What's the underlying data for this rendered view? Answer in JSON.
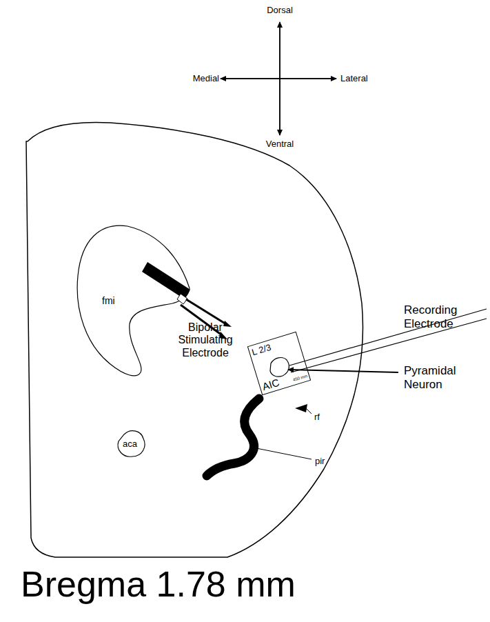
{
  "diagram": {
    "caption": "Bregma 1.78 mm",
    "nodes": [
      {
        "text": [
          "L 2/3",
          "AIC",
          "450 mm"
        ]
      }
    ],
    "labels": [
      "Dorsal",
      "Ventral",
      "Medial",
      "Lateral",
      "fmi",
      "Bipolar Stimulating Electrode",
      "aca",
      "Recording Electrode",
      "Pyramidal Neuron",
      "rf",
      "pir"
    ]
  }
}
